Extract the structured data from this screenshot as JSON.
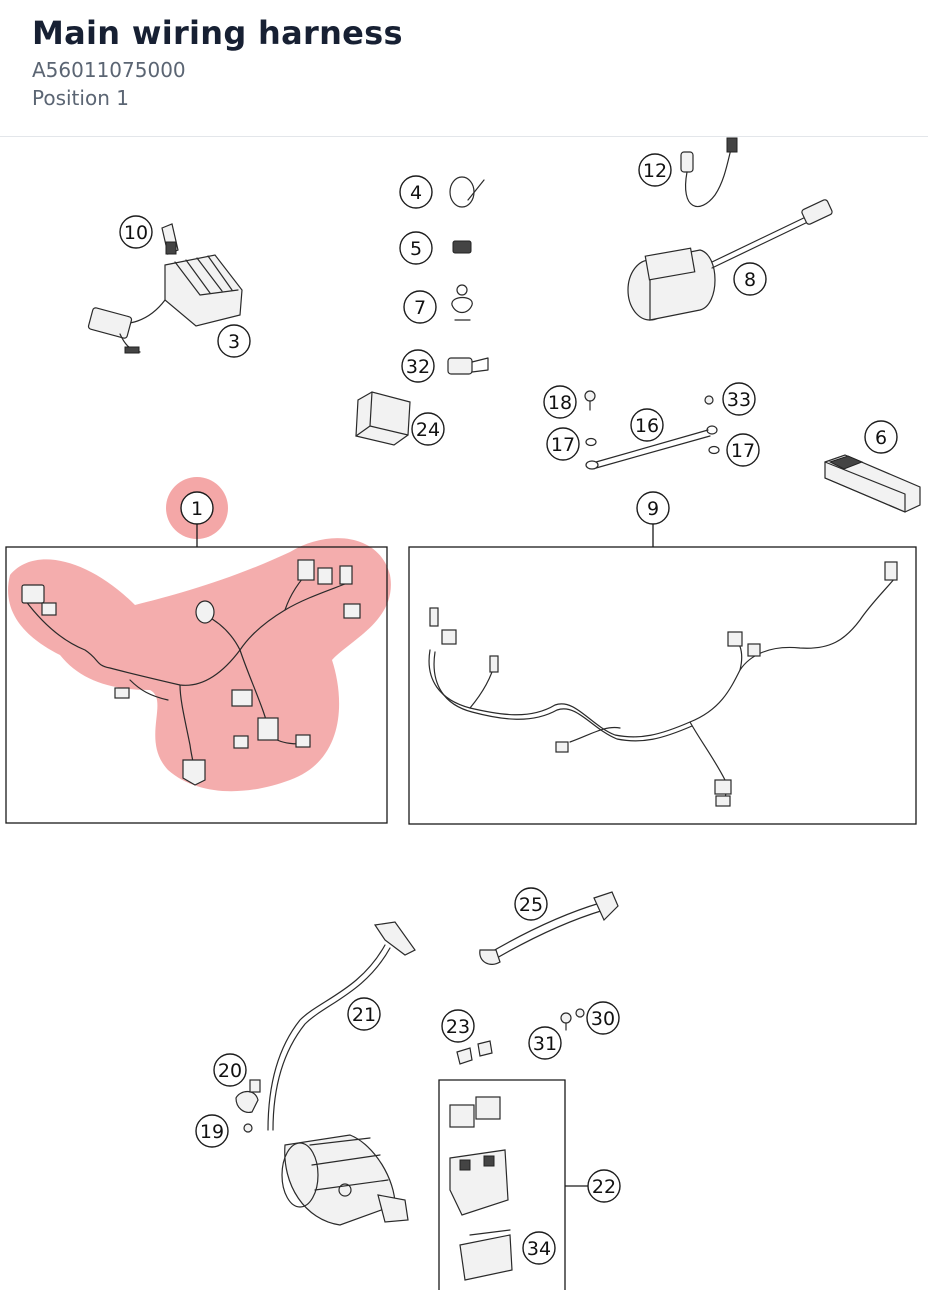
{
  "header": {
    "title": "Main wiring harness",
    "part_number": "A56011075000",
    "position": "Position 1"
  },
  "colors": {
    "highlight": "#f08a8a",
    "title": "#172033",
    "subtitle": "#5b6573"
  },
  "diagram": {
    "highlighted_position": "1",
    "callouts": {
      "c1": "1",
      "c3": "3",
      "c4": "4",
      "c5": "5",
      "c6": "6",
      "c7": "7",
      "c8": "8",
      "c9": "9",
      "c10": "10",
      "c12": "12",
      "c16": "16",
      "c17a": "17",
      "c17b": "17",
      "c18": "18",
      "c19": "19",
      "c20": "20",
      "c21": "21",
      "c22": "22",
      "c23": "23",
      "c24": "24",
      "c25": "25",
      "c30": "30",
      "c31": "31",
      "c32": "32",
      "c33": "33",
      "c34": "34"
    }
  }
}
